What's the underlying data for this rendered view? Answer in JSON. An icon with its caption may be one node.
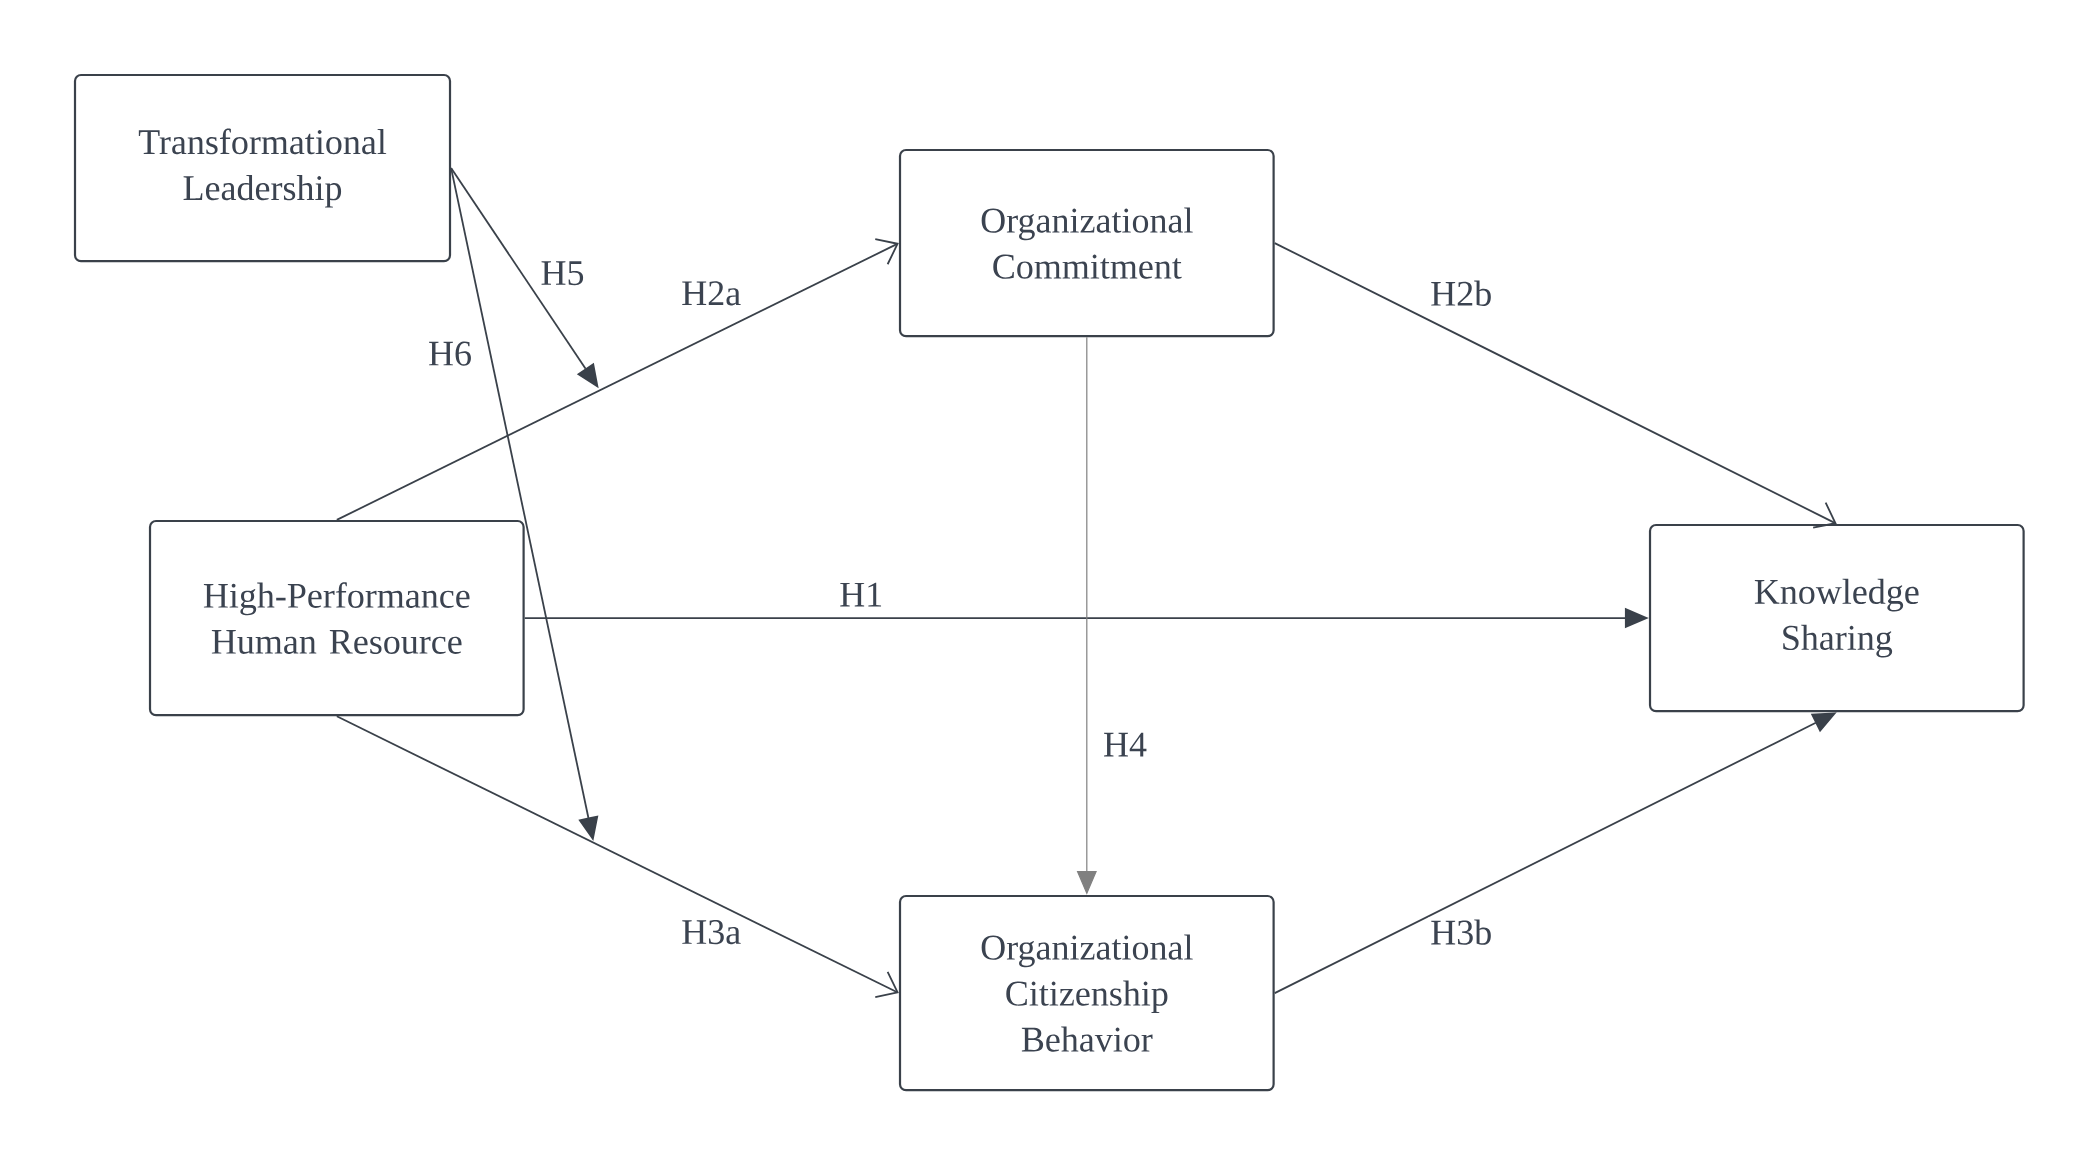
{
  "diagram": {
    "nodes": [
      {
        "text": [
          "Transformational Leadership"
        ]
      },
      {
        "text": [
          "Organizational Commitment"
        ]
      },
      {
        "text": [
          "High-Performance Human Resource"
        ]
      },
      {
        "text": [
          "Knowledge Sharing"
        ]
      },
      {
        "text": [
          "Organizational Citizenship Behavior"
        ]
      }
    ],
    "edges": [
      {
        "from": 0,
        "to": null,
        "arrow": "to",
        "label": "H5"
      },
      {
        "from": 0,
        "to": null,
        "arrow": "to",
        "label": "H6"
      },
      {
        "from": 2,
        "to": 1,
        "arrow": "to",
        "label": "H2a"
      },
      {
        "from": 1,
        "to": 3,
        "arrow": "to",
        "label": "H2b"
      },
      {
        "from": 2,
        "to": 3,
        "arrow": "to",
        "label": "H1"
      },
      {
        "from": 1,
        "to": 4,
        "arrow": "to",
        "label": "H4",
        "color": "#808080"
      },
      {
        "from": 2,
        "to": 4,
        "arrow": "to",
        "label": "H3a"
      },
      {
        "from": 4,
        "to": 3,
        "arrow": "to",
        "label": "H3b"
      }
    ]
  }
}
